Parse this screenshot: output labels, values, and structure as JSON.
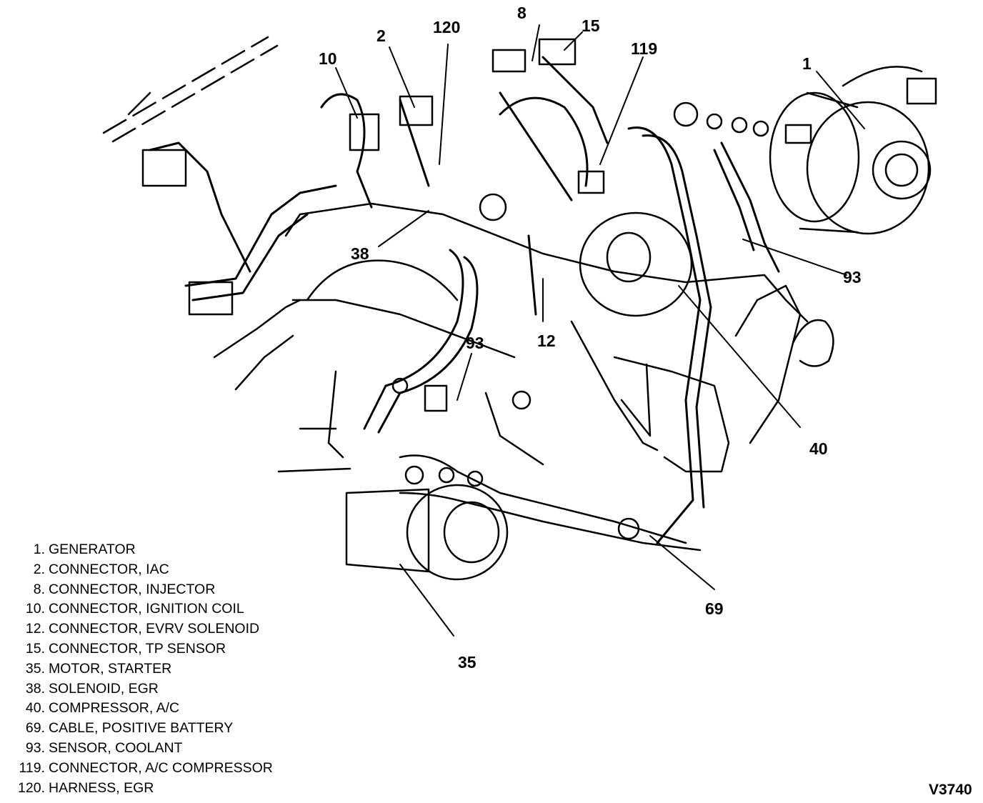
{
  "figure_id": "V3740",
  "callouts": [
    "1",
    "2",
    "8",
    "10",
    "12",
    "15",
    "35",
    "38",
    "40",
    "69",
    "93",
    "93",
    "119",
    "120"
  ],
  "legend": [
    {
      "num": "1.",
      "label": "GENERATOR"
    },
    {
      "num": "2.",
      "label": "CONNECTOR, IAC"
    },
    {
      "num": "8.",
      "label": "CONNECTOR, INJECTOR"
    },
    {
      "num": "10.",
      "label": "CONNECTOR, IGNITION COIL"
    },
    {
      "num": "12.",
      "label": "CONNECTOR, EVRV SOLENOID"
    },
    {
      "num": "15.",
      "label": "CONNECTOR, TP SENSOR"
    },
    {
      "num": "35.",
      "label": "MOTOR, STARTER"
    },
    {
      "num": "38.",
      "label": "SOLENOID, EGR"
    },
    {
      "num": "40.",
      "label": "COMPRESSOR, A/C"
    },
    {
      "num": "69.",
      "label": "CABLE, POSITIVE BATTERY"
    },
    {
      "num": "93.",
      "label": "SENSOR, COOLANT"
    },
    {
      "num": "119.",
      "label": "CONNECTOR, A/C COMPRESSOR"
    },
    {
      "num": "120.",
      "label": "HARNESS, EGR"
    }
  ]
}
